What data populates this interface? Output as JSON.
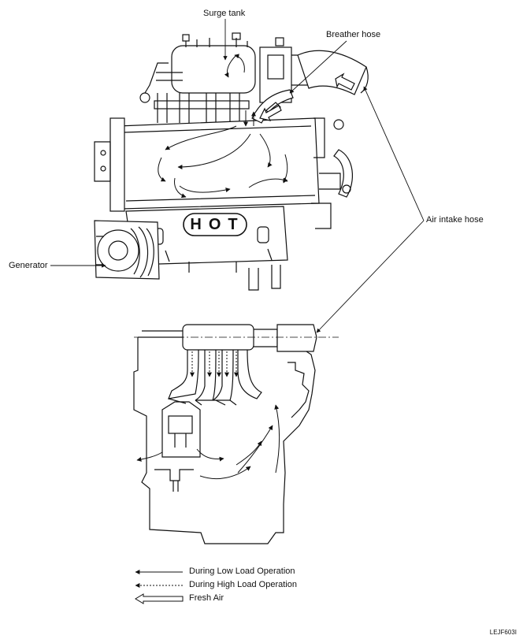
{
  "labels": {
    "surge_tank": "Surge tank",
    "breather_hose": "Breather hose",
    "air_intake_hose": "Air intake hose",
    "generator": "Generator",
    "hot": "HOT"
  },
  "legend": {
    "low_load": "During Low Load Operation",
    "high_load": "During High Load Operation",
    "fresh_air": "Fresh Air"
  },
  "code": "LEJF603I"
}
